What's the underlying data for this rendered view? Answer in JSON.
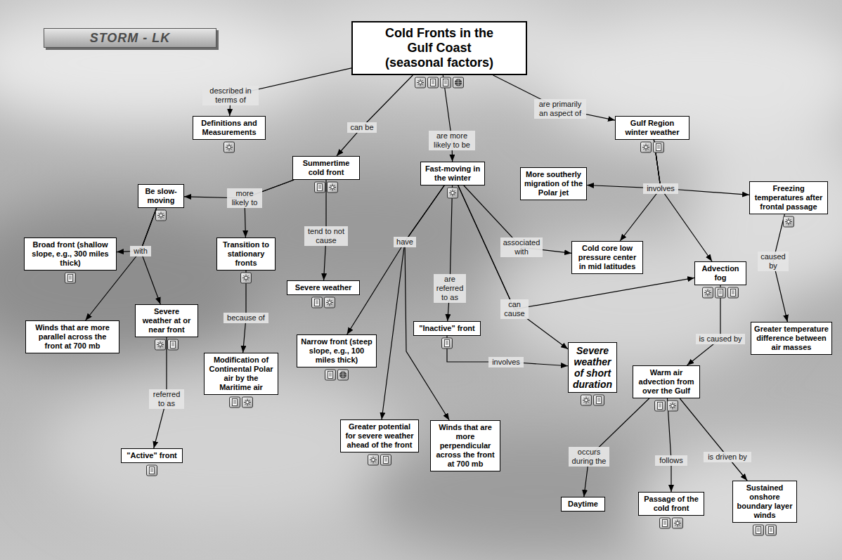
{
  "diagram": {
    "nodes": [
      {
        "text": [
          "STORM - LK"
        ]
      },
      {
        "text": [
          "Cold Fronts in the Gulf Coast (seasonal factors)"
        ]
      },
      {
        "text": [
          "Definitions and Measurements"
        ]
      },
      {
        "text": [
          "Gulf Region winter weather"
        ]
      },
      {
        "text": [
          "Summertime cold front"
        ]
      },
      {
        "text": [
          "Fast-moving in the winter"
        ]
      },
      {
        "text": [
          "More southerly migration of the Polar jet"
        ]
      },
      {
        "text": [
          "Freezing temperatures after frontal passage"
        ]
      },
      {
        "text": [
          "Be slow-moving"
        ]
      },
      {
        "text": [
          "Broad front (shallow slope, e.g., 300 miles thick)"
        ]
      },
      {
        "text": [
          "Transition to stationary fronts"
        ]
      },
      {
        "text": [
          "Cold core low pressure center in mid latitudes"
        ]
      },
      {
        "text": [
          "Advection fog"
        ]
      },
      {
        "text": [
          "Severe weather"
        ]
      },
      {
        "text": [
          "Severe weather at or near front"
        ]
      },
      {
        "text": [
          "Winds that are more parallel across the front at 700 mb"
        ]
      },
      {
        "text": [
          "\"Inactive\" front"
        ]
      },
      {
        "text": [
          "Greater temperature difference between air masses"
        ]
      },
      {
        "text": [
          "Narrow front (steep slope, e.g., 100 miles thick)"
        ]
      },
      {
        "text": [
          "Severe weather of short duration"
        ]
      },
      {
        "text": [
          "Modification of Continental Polar air by the Maritime air"
        ]
      },
      {
        "text": [
          "Warm air advection from over the Gulf"
        ]
      },
      {
        "text": [
          "Greater potential for severe weather ahead of the front"
        ]
      },
      {
        "text": [
          "Winds that are more perpendicular across the front at 700 mb"
        ]
      },
      {
        "text": [
          "\"Active\" front"
        ]
      },
      {
        "text": [
          "Sustained onshore boundary layer winds"
        ]
      },
      {
        "text": [
          "Passage of the cold front"
        ]
      },
      {
        "text": [
          "Daytime"
        ]
      }
    ],
    "edges": [
      {
        "from": 1,
        "to": 2,
        "label": "described in terrms of",
        "arrow": "to"
      },
      {
        "from": 1,
        "to": 4,
        "label": "can be",
        "arrow": "to"
      },
      {
        "from": 1,
        "to": 5,
        "label": "are more likely to be",
        "arrow": "to"
      },
      {
        "from": 1,
        "to": 3,
        "label": "are primarily an aspect of",
        "arrow": "to"
      },
      {
        "from": 4,
        "to": 8,
        "label": "more likely to",
        "arrow": "to"
      },
      {
        "from": 4,
        "to": 10,
        "arrow": "to"
      },
      {
        "from": 4,
        "to": 13,
        "label": "tend to not cause",
        "arrow": "to"
      },
      {
        "from": 8,
        "to": 9,
        "label": "with",
        "arrow": "to"
      },
      {
        "from": 8,
        "to": 15,
        "arrow": "to"
      },
      {
        "from": 8,
        "to": 14,
        "arrow": "to"
      },
      {
        "from": 14,
        "to": 24,
        "label": "referred to as",
        "arrow": "to"
      },
      {
        "from": 10,
        "to": 20,
        "label": "because of",
        "arrow": "to"
      },
      {
        "from": 5,
        "to": 18,
        "label": "have",
        "arrow": "to"
      },
      {
        "from": 5,
        "to": 22,
        "arrow": "to"
      },
      {
        "from": 5,
        "to": 23,
        "arrow": "to"
      },
      {
        "from": 5,
        "to": 16,
        "label": "are referred to as",
        "arrow": "to"
      },
      {
        "from": 5,
        "to": 11,
        "label": "associated with",
        "arrow": "to"
      },
      {
        "from": 5,
        "to": 12,
        "label": "can cause",
        "arrow": "to"
      },
      {
        "from": 5,
        "to": 19,
        "arrow": "to"
      },
      {
        "from": 16,
        "to": 19,
        "label": "involves",
        "arrow": "to"
      },
      {
        "from": 3,
        "to": 6,
        "label": "involves",
        "arrow": "to"
      },
      {
        "from": 3,
        "to": 7,
        "arrow": "to"
      },
      {
        "from": 3,
        "to": 11,
        "arrow": "to"
      },
      {
        "from": 3,
        "to": 12,
        "arrow": "to"
      },
      {
        "from": 7,
        "to": 17,
        "label": "caused by",
        "arrow": "to"
      },
      {
        "from": 12,
        "to": 21,
        "label": "is caused by",
        "arrow": "to"
      },
      {
        "from": 21,
        "to": 27,
        "label": "occurs during the",
        "arrow": "to"
      },
      {
        "from": 21,
        "to": 26,
        "label": "follows",
        "arrow": "to"
      },
      {
        "from": 21,
        "to": 25,
        "label": "is driven by",
        "arrow": "to"
      }
    ]
  }
}
